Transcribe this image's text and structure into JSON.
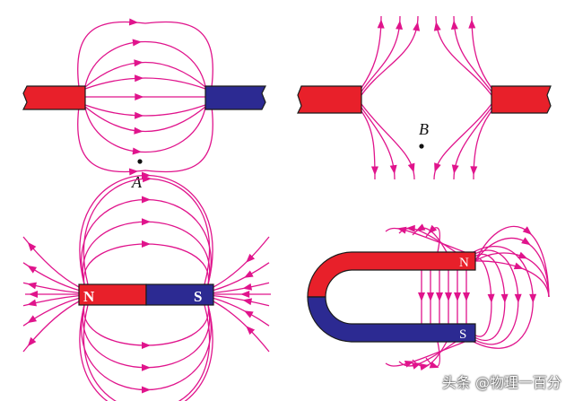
{
  "colors": {
    "field": "#e0148c",
    "north": "#e8202a",
    "south": "#2c2a92",
    "ink": "#111111",
    "outline": "#1a1a1a"
  },
  "panels": [
    {
      "id": "opposite-poles",
      "point_label": "A"
    },
    {
      "id": "like-poles",
      "point_label": "B"
    },
    {
      "id": "bar-magnet",
      "north_label": "N",
      "south_label": "S"
    },
    {
      "id": "horseshoe-magnet",
      "north_label": "N",
      "south_label": "S"
    }
  ],
  "watermark": "头条 @物理一百分"
}
